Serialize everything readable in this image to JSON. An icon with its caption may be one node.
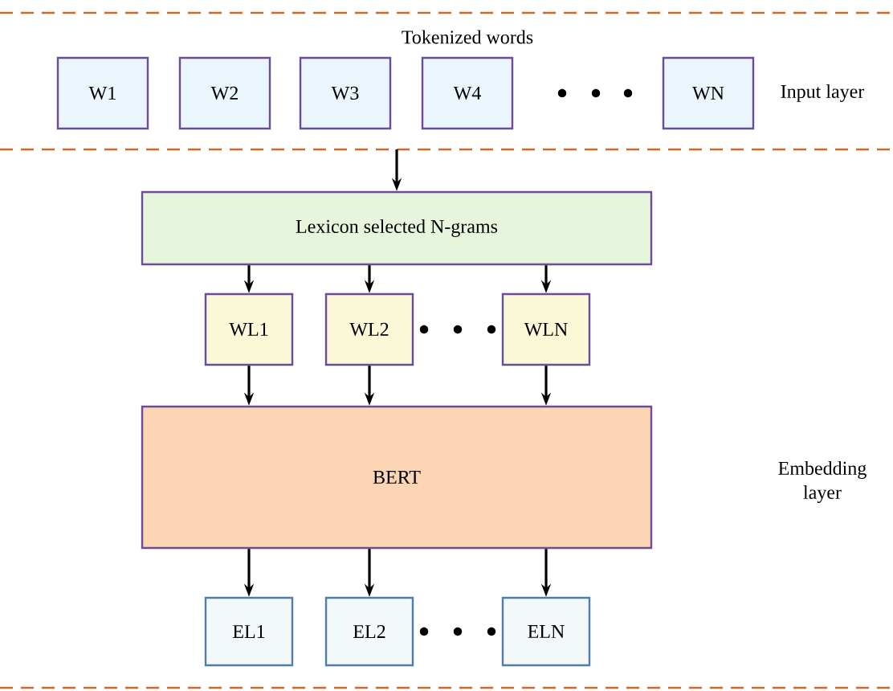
{
  "diagram": {
    "nodes": [
      {
        "text": [
          "W1"
        ]
      },
      {
        "text": [
          "W2"
        ]
      },
      {
        "text": [
          "W3"
        ]
      },
      {
        "text": [
          "W4"
        ]
      },
      {
        "text": [
          "WN"
        ]
      },
      {
        "text": [
          "Lexicon selected N-grams"
        ]
      },
      {
        "text": [
          "WL1"
        ]
      },
      {
        "text": [
          "WL2"
        ]
      },
      {
        "text": [
          "WLN"
        ]
      },
      {
        "text": [
          "BERT"
        ]
      },
      {
        "text": [
          "EL1"
        ]
      },
      {
        "text": [
          "EL2"
        ]
      },
      {
        "text": [
          "ELN"
        ]
      }
    ],
    "edges": [
      {
        "from": null,
        "to": 5,
        "arrow": "to"
      },
      {
        "from": 5,
        "to": 6,
        "arrow": "to"
      },
      {
        "from": 5,
        "to": 7,
        "arrow": "to"
      },
      {
        "from": 5,
        "to": 8,
        "arrow": "to"
      },
      {
        "from": 6,
        "to": 9,
        "arrow": "to"
      },
      {
        "from": 7,
        "to": 9,
        "arrow": "to"
      },
      {
        "from": 8,
        "to": 9,
        "arrow": "to"
      },
      {
        "from": 9,
        "to": 10,
        "arrow": "to"
      },
      {
        "from": 9,
        "to": 11,
        "arrow": "to"
      },
      {
        "from": 9,
        "to": 12,
        "arrow": "to"
      }
    ],
    "labels": [
      "Tokenized words",
      "Input layer",
      "Embedding layer"
    ]
  }
}
